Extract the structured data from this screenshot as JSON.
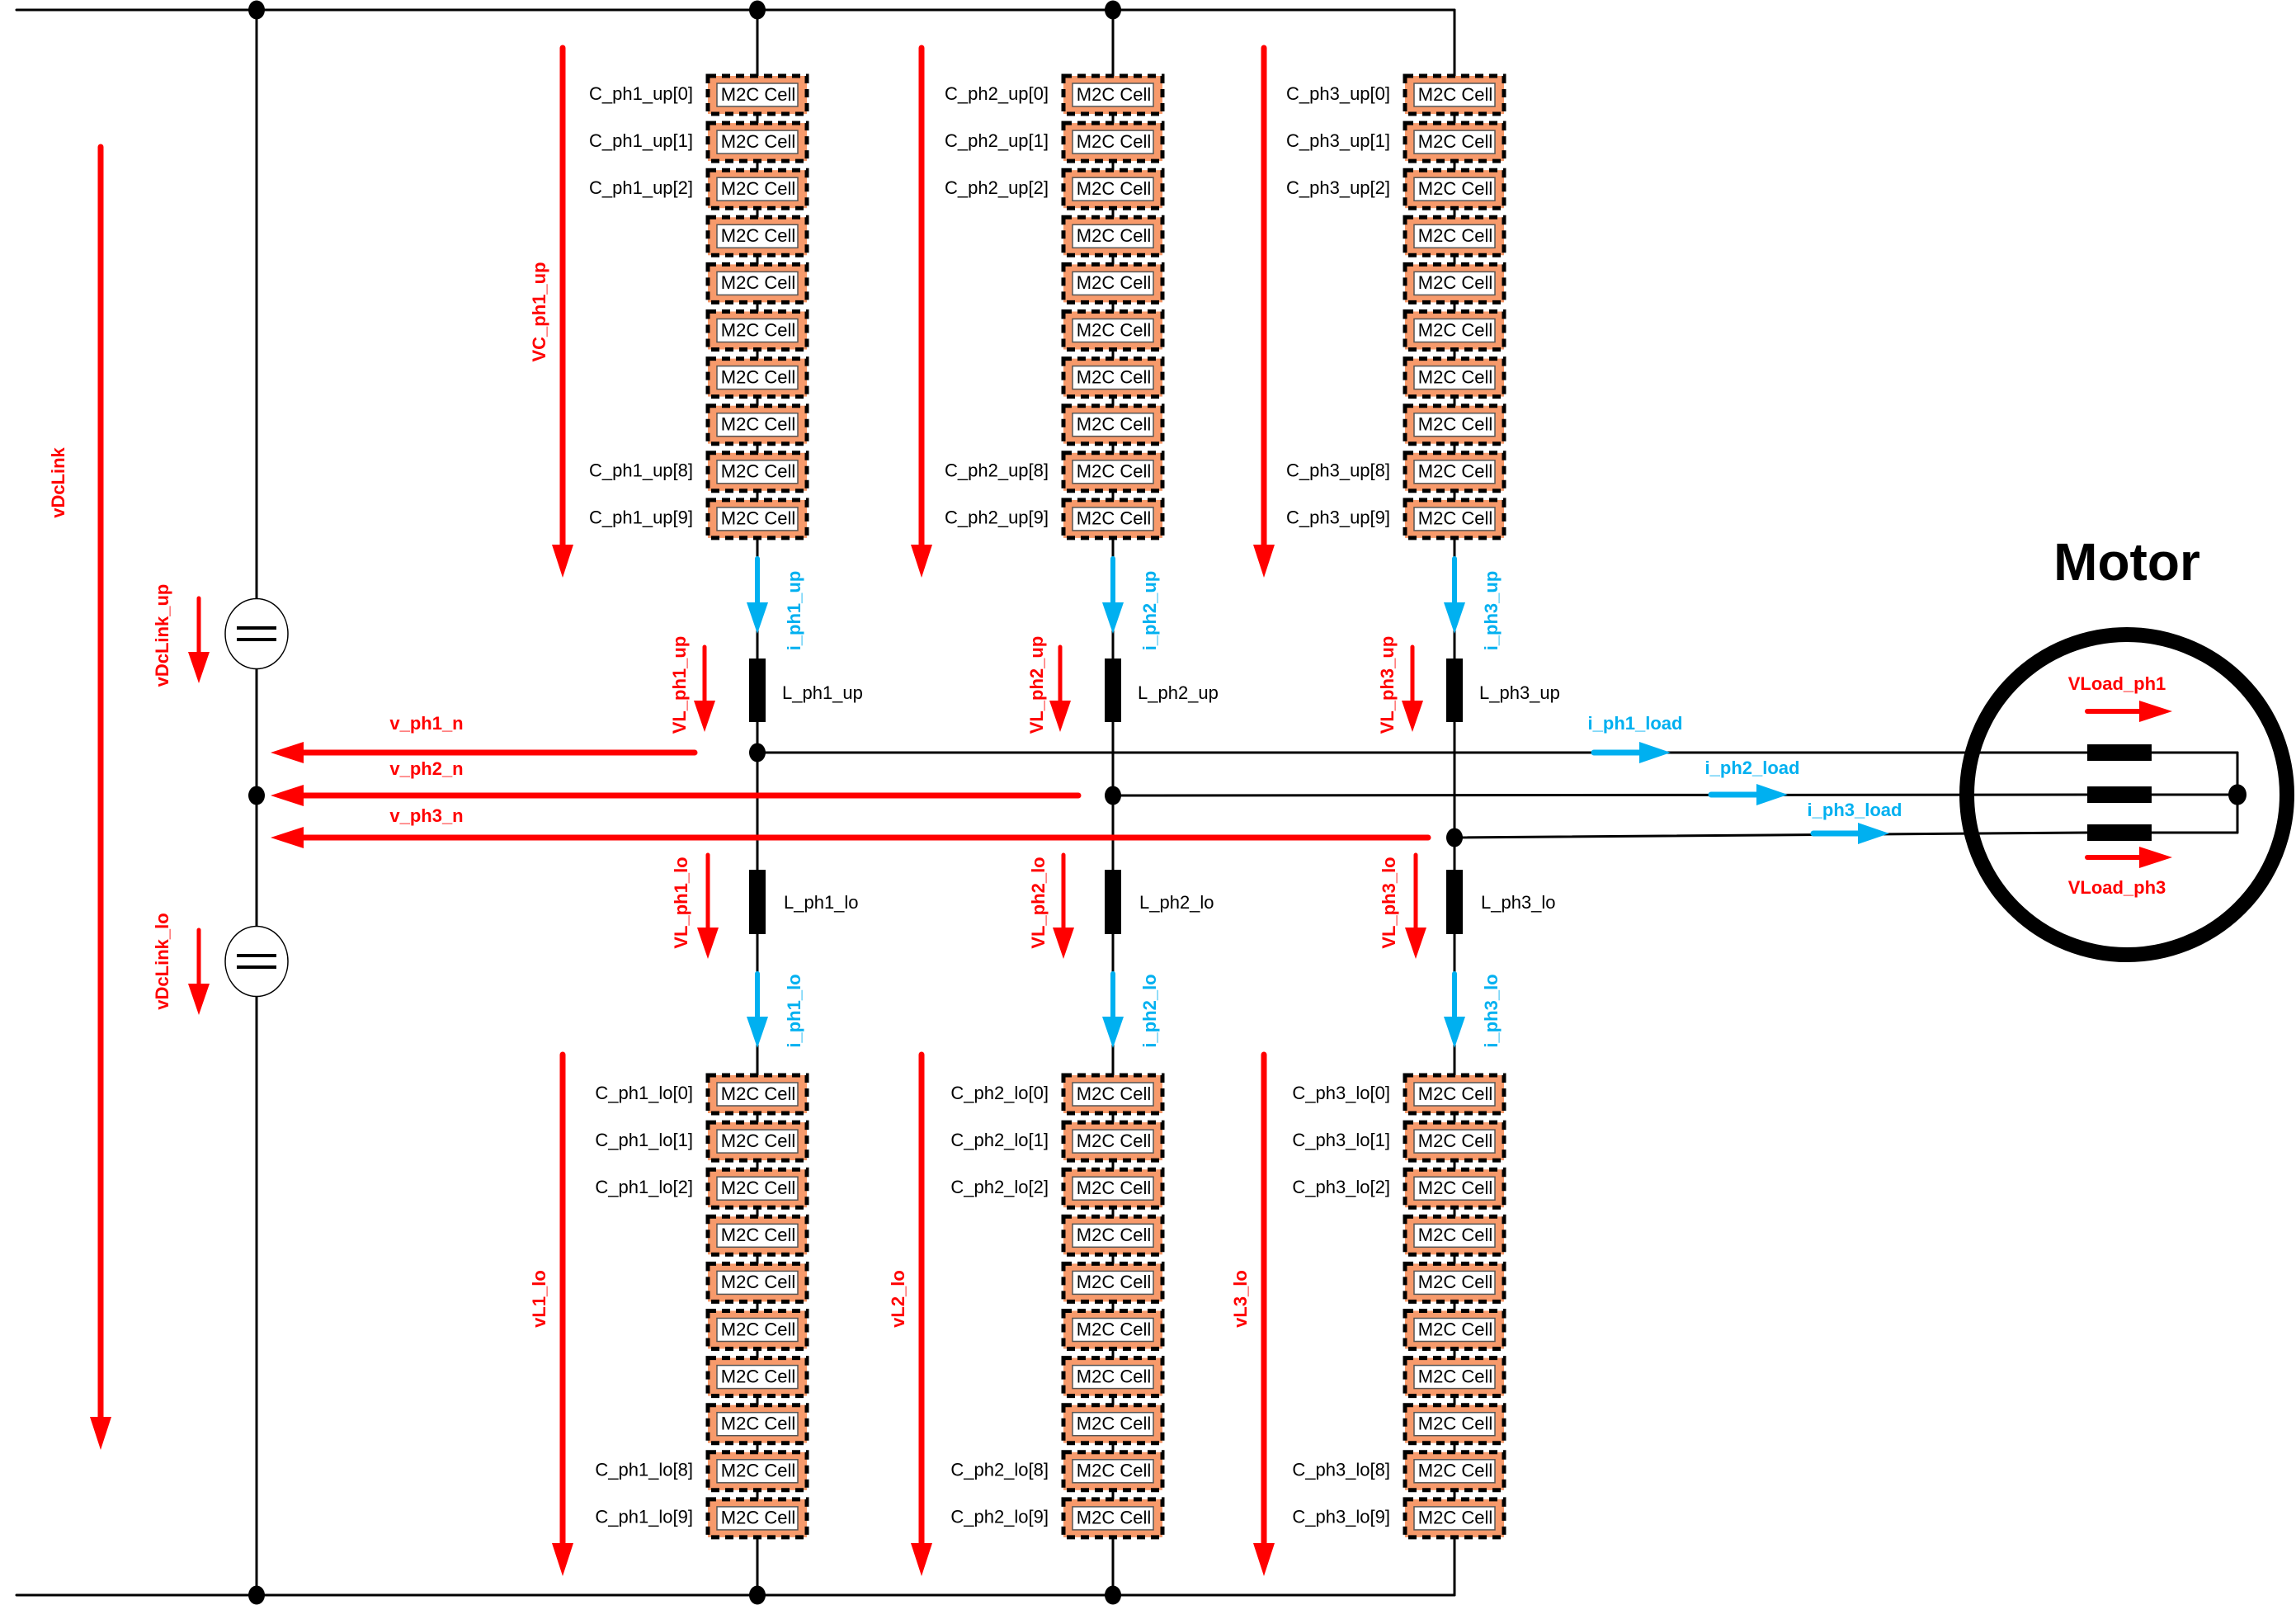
{
  "diagram": {
    "title": "Modular Multilevel Converter (M2C) driving a three-phase motor",
    "colors": {
      "wire": "#000000",
      "voltage_arrow": "#ff0000",
      "current_arrow": "#00b0f0",
      "cell_fill": "#f79a6b",
      "cell_inner": "#ffffff"
    },
    "cell_text": "M2C Cell",
    "cells_per_arm": 10,
    "labeled_cell_indices": [
      0,
      1,
      2,
      8,
      9
    ],
    "dc_link": {
      "total_label": "vDcLink",
      "upper_cap_label": "vDcLink_up",
      "lower_cap_label": "vDcLink_lo",
      "cap_icon": "dc-source-icon"
    },
    "phases": [
      {
        "id": "ph1",
        "upper_arm_voltage_label": "VC_ph1_up",
        "lower_arm_voltage_label": "vL1_lo",
        "upper_cells": [
          "C_ph1_up[0]",
          "C_ph1_up[1]",
          "C_ph1_up[2]",
          "",
          "",
          "",
          "",
          "",
          "C_ph1_up[8]",
          "C_ph1_up[9]"
        ],
        "lower_cells": [
          "C_ph1_lo[0]",
          "C_ph1_lo[1]",
          "C_ph1_lo[2]",
          "",
          "",
          "",
          "",
          "",
          "C_ph1_lo[8]",
          "C_ph1_lo[9]"
        ],
        "upper_current": "i_ph1_up",
        "lower_current": "i_ph1_lo",
        "upper_inductor": "L_ph1_up",
        "lower_inductor": "L_ph1_lo",
        "upper_inductor_voltage": "VL_ph1_up",
        "lower_inductor_voltage": "VL_ph1_lo",
        "neutral_voltage": "v_ph1_n",
        "load_current": "i_ph1_load"
      },
      {
        "id": "ph2",
        "upper_arm_voltage_label": "",
        "lower_arm_voltage_label": "vL2_lo",
        "upper_cells": [
          "C_ph2_up[0]",
          "C_ph2_up[1]",
          "C_ph2_up[2]",
          "",
          "",
          "",
          "",
          "",
          "C_ph2_up[8]",
          "C_ph2_up[9]"
        ],
        "lower_cells": [
          "C_ph2_lo[0]",
          "C_ph2_lo[1]",
          "C_ph2_lo[2]",
          "",
          "",
          "",
          "",
          "",
          "C_ph2_lo[8]",
          "C_ph2_lo[9]"
        ],
        "upper_current": "i_ph2_up",
        "lower_current": "i_ph2_lo",
        "upper_inductor": "L_ph2_up",
        "lower_inductor": "L_ph2_lo",
        "upper_inductor_voltage": "VL_ph2_up",
        "lower_inductor_voltage": "VL_ph2_lo",
        "neutral_voltage": "v_ph2_n",
        "load_current": "i_ph2_load"
      },
      {
        "id": "ph3",
        "upper_arm_voltage_label": "",
        "lower_arm_voltage_label": "vL3_lo",
        "upper_cells": [
          "C_ph3_up[0]",
          "C_ph3_up[1]",
          "C_ph3_up[2]",
          "",
          "",
          "",
          "",
          "",
          "C_ph3_up[8]",
          "C_ph3_up[9]"
        ],
        "lower_cells": [
          "C_ph3_lo[0]",
          "C_ph3_lo[1]",
          "C_ph3_lo[2]",
          "",
          "",
          "",
          "",
          "",
          "C_ph3_lo[8]",
          "C_ph3_lo[9]"
        ],
        "upper_current": "i_ph3_up",
        "lower_current": "i_ph3_lo",
        "upper_inductor": "L_ph3_up",
        "lower_inductor": "L_ph3_lo",
        "upper_inductor_voltage": "VL_ph3_up",
        "lower_inductor_voltage": "VL_ph3_lo",
        "neutral_voltage": "v_ph3_n",
        "load_current": "i_ph3_load"
      }
    ],
    "motor": {
      "title": "Motor",
      "load_voltage_top": "VLoad_ph1",
      "load_voltage_bottom": "VLoad_ph3",
      "winding_count": 3,
      "connection": "star"
    }
  }
}
